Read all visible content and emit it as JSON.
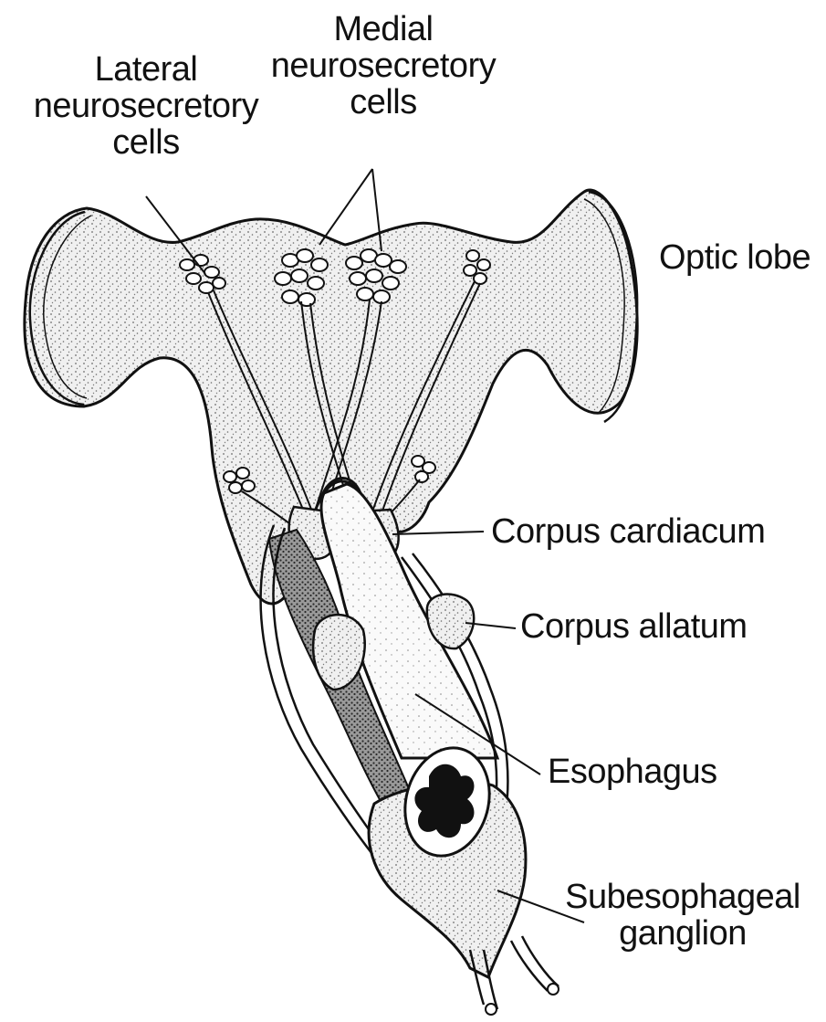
{
  "labels": {
    "lateral": [
      "Lateral",
      "neurosecretory",
      "cells"
    ],
    "medial": [
      "Medial",
      "neurosecretory",
      "cells"
    ],
    "optic_lobe": "Optic lobe",
    "corpus_cardiacum": "Corpus cardiacum",
    "corpus_allatum": "Corpus allatum",
    "esophagus": "Esophagus",
    "subesophageal": [
      "Subesophageal",
      "ganglion"
    ]
  },
  "colors": {
    "ink": "#111111",
    "tissue_fill": "#ececec",
    "stipple": "#6a6a6a",
    "dark_stipple": "#2a2a2a",
    "paper": "#ffffff"
  }
}
